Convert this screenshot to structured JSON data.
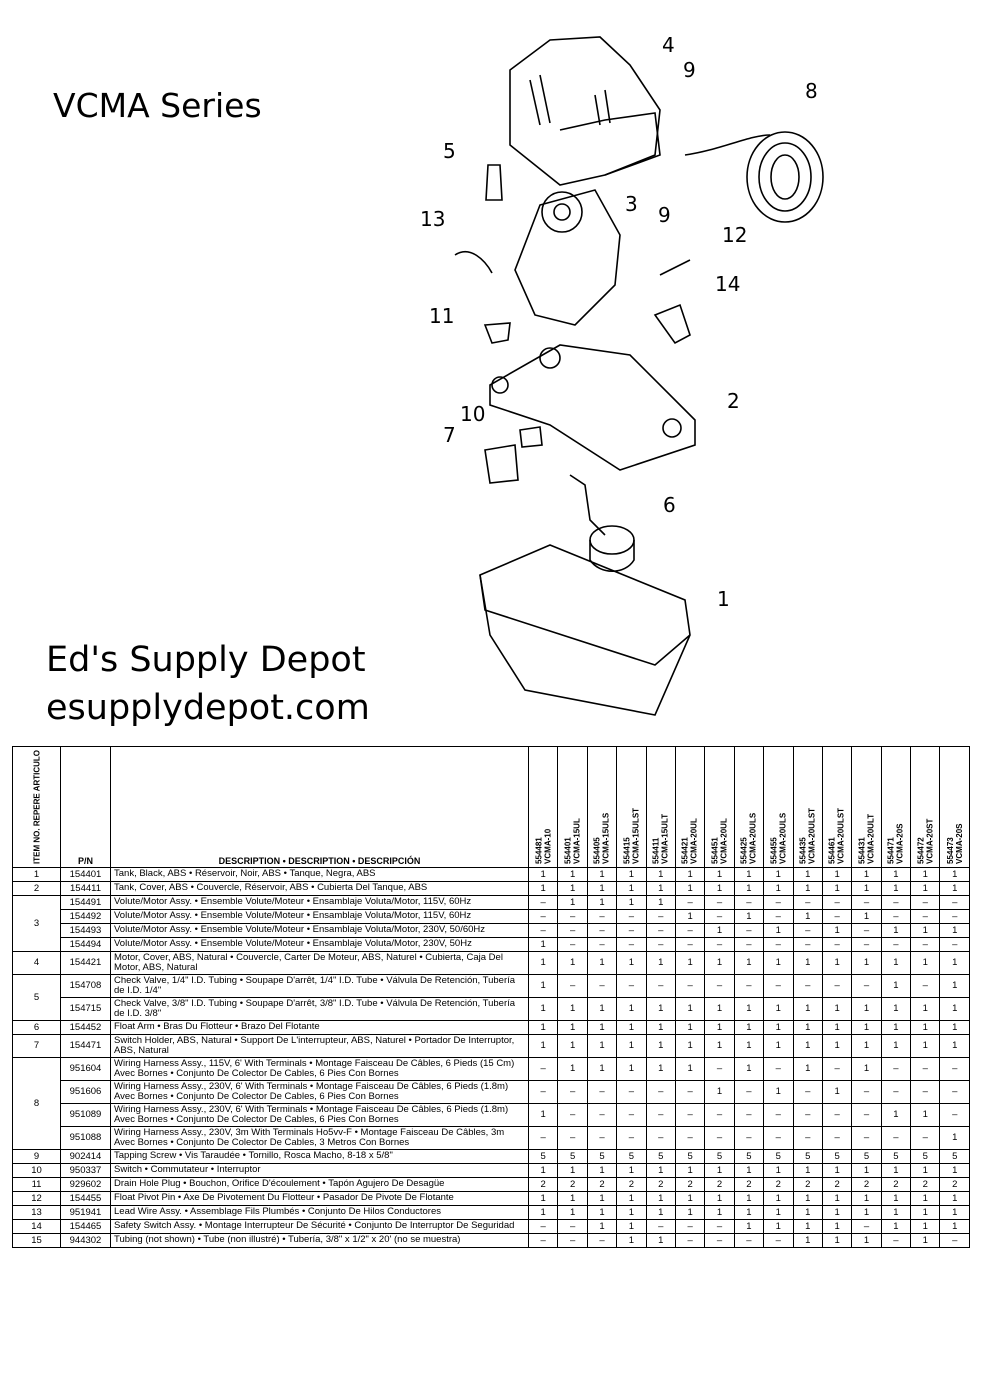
{
  "header": {
    "title": "VCMA Series",
    "brand": "Ed's Supply Depot",
    "url": "esupplydepot.com"
  },
  "diagram": {
    "callouts": [
      "4",
      "9",
      "8",
      "5",
      "3",
      "9",
      "13",
      "12",
      "14",
      "11",
      "2",
      "10",
      "7",
      "6",
      "1"
    ]
  },
  "table": {
    "item_header": "ITEM NO. REPERE ARTICULO",
    "pn_header": "P/N",
    "desc_header": "DESCRIPTION • DESCRIPTION • DESCRIPCIÓN",
    "models": [
      {
        "pn": "554481",
        "model": "VCMA-10"
      },
      {
        "pn": "554401",
        "model": "VCMA-15UL"
      },
      {
        "pn": "554405",
        "model": "VCMA-15ULS"
      },
      {
        "pn": "554415",
        "model": "VCMA-15ULST"
      },
      {
        "pn": "554411",
        "model": "VCMA-15ULT"
      },
      {
        "pn": "554421",
        "model": "VCMA-20UL"
      },
      {
        "pn": "554451",
        "model": "VCMA-20UL"
      },
      {
        "pn": "554425",
        "model": "VCMA-20ULS"
      },
      {
        "pn": "554455",
        "model": "VCMA-20ULS"
      },
      {
        "pn": "554435",
        "model": "VCMA-20ULST"
      },
      {
        "pn": "554461",
        "model": "VCMA-20ULST"
      },
      {
        "pn": "554431",
        "model": "VCMA-20ULT"
      },
      {
        "pn": "554471",
        "model": "VCMA-20S"
      },
      {
        "pn": "554472",
        "model": "VCMA-20ST"
      },
      {
        "pn": "554473",
        "model": "VCMA-20S"
      }
    ],
    "groups": [
      {
        "item": "1",
        "rows": [
          {
            "pn": "154401",
            "desc": "Tank, Black, ABS • Réservoir, Noir, ABS • Tanque, Negra, ABS",
            "q": [
              "1",
              "1",
              "1",
              "1",
              "1",
              "1",
              "1",
              "1",
              "1",
              "1",
              "1",
              "1",
              "1",
              "1",
              "1"
            ]
          }
        ]
      },
      {
        "item": "2",
        "rows": [
          {
            "pn": "154411",
            "desc": "Tank, Cover, ABS • Couvercle, Réservoir, ABS • Cubierta Del Tanque, ABS",
            "q": [
              "1",
              "1",
              "1",
              "1",
              "1",
              "1",
              "1",
              "1",
              "1",
              "1",
              "1",
              "1",
              "1",
              "1",
              "1"
            ]
          }
        ]
      },
      {
        "item": "3",
        "rows": [
          {
            "pn": "154491",
            "desc": "Volute/Motor Assy. • Ensemble Volute/Moteur • Ensamblaje Voluta/Motor, 115V, 60Hz",
            "q": [
              "–",
              "1",
              "1",
              "1",
              "1",
              "–",
              "–",
              "–",
              "–",
              "–",
              "–",
              "–",
              "–",
              "–",
              "–"
            ]
          },
          {
            "pn": "154492",
            "desc": "Volute/Motor Assy. • Ensemble Volute/Moteur • Ensamblaje Voluta/Motor, 115V, 60Hz",
            "q": [
              "–",
              "–",
              "–",
              "–",
              "–",
              "1",
              "–",
              "1",
              "–",
              "1",
              "–",
              "1",
              "–",
              "–",
              "–"
            ]
          },
          {
            "pn": "154493",
            "desc": "Volute/Motor Assy. • Ensemble Volute/Moteur • Ensamblaje Voluta/Motor, 230V, 50/60Hz",
            "q": [
              "–",
              "–",
              "–",
              "–",
              "–",
              "–",
              "1",
              "–",
              "1",
              "–",
              "1",
              "–",
              "1",
              "1",
              "1"
            ]
          },
          {
            "pn": "154494",
            "desc": "Volute/Motor Assy. • Ensemble Volute/Moteur • Ensamblaje Voluta/Motor, 230V, 50Hz",
            "q": [
              "1",
              "–",
              "–",
              "–",
              "–",
              "–",
              "–",
              "–",
              "–",
              "–",
              "–",
              "–",
              "–",
              "–",
              "–"
            ]
          }
        ]
      },
      {
        "item": "4",
        "rows": [
          {
            "pn": "154421",
            "desc": "Motor, Cover, ABS, Natural • Couvercle, Carter De Moteur, ABS, Naturel • Cubierta, Caja Del Motor, ABS, Natural",
            "q": [
              "1",
              "1",
              "1",
              "1",
              "1",
              "1",
              "1",
              "1",
              "1",
              "1",
              "1",
              "1",
              "1",
              "1",
              "1"
            ]
          }
        ]
      },
      {
        "item": "5",
        "rows": [
          {
            "pn": "154708",
            "desc": "Check Valve, 1/4\" I.D. Tubing • Soupape D'arrêt, 1/4\" I.D. Tube • Válvula De Retención, Tubería de I.D. 1/4\"",
            "q": [
              "1",
              "–",
              "–",
              "–",
              "–",
              "–",
              "–",
              "–",
              "–",
              "–",
              "–",
              "–",
              "1",
              "–",
              "1"
            ]
          },
          {
            "pn": "154715",
            "desc": "Check Valve, 3/8\" I.D. Tubing • Soupape D'arrêt, 3/8\" I.D. Tube • Válvula De Retención, Tubería de I.D. 3/8\"",
            "q": [
              "1",
              "1",
              "1",
              "1",
              "1",
              "1",
              "1",
              "1",
              "1",
              "1",
              "1",
              "1",
              "1",
              "1",
              "1"
            ]
          }
        ]
      },
      {
        "item": "6",
        "rows": [
          {
            "pn": "154452",
            "desc": "Float Arm • Bras Du Flotteur • Brazo Del Flotante",
            "q": [
              "1",
              "1",
              "1",
              "1",
              "1",
              "1",
              "1",
              "1",
              "1",
              "1",
              "1",
              "1",
              "1",
              "1",
              "1"
            ]
          }
        ]
      },
      {
        "item": "7",
        "rows": [
          {
            "pn": "154471",
            "desc": "Switch Holder, ABS, Natural • Support De L'interrupteur, ABS, Naturel • Portador De Interruptor, ABS, Natural",
            "q": [
              "1",
              "1",
              "1",
              "1",
              "1",
              "1",
              "1",
              "1",
              "1",
              "1",
              "1",
              "1",
              "1",
              "1",
              "1"
            ]
          }
        ]
      },
      {
        "item": "8",
        "rows": [
          {
            "pn": "951604",
            "desc": "Wiring Harness Assy., 115V, 6' With Terminals • Montage Faisceau De Câbles, 6 Pieds (15 Cm) Avec Bornes • Conjunto De Colector De Cables, 6 Pies Con Bornes",
            "q": [
              "–",
              "1",
              "1",
              "1",
              "1",
              "1",
              "–",
              "1",
              "–",
              "1",
              "–",
              "1",
              "–",
              "–",
              "–"
            ]
          },
          {
            "pn": "951606",
            "desc": "Wiring Harness Assy., 230V, 6' With Terminals • Montage Faisceau De Câbles, 6 Pieds (1.8m) Avec Bornes • Conjunto De Colector De Cables, 6 Pies Con Bornes",
            "q": [
              "–",
              "–",
              "–",
              "–",
              "–",
              "–",
              "1",
              "–",
              "1",
              "–",
              "1",
              "–",
              "–",
              "–",
              "–"
            ]
          },
          {
            "pn": "951089",
            "desc": "Wiring Harness Assy., 230V, 6' With Terminals • Montage Faisceau De Câbles, 6 Pieds (1.8m) Avec Bornes • Conjunto De Colector De Cables, 6 Pies Con Bornes",
            "q": [
              "1",
              "–",
              "–",
              "–",
              "–",
              "–",
              "–",
              "–",
              "–",
              "–",
              "–",
              "–",
              "1",
              "1",
              "–"
            ]
          },
          {
            "pn": "951088",
            "desc": "Wiring Harness Assy., 230V, 3m With Terminals Ho5vv-F • Montage Faisceau De Câbles, 3m Avec Bornes • Conjunto De Colector De Cables, 3 Metros Con Bornes",
            "q": [
              "–",
              "–",
              "–",
              "–",
              "–",
              "–",
              "–",
              "–",
              "–",
              "–",
              "–",
              "–",
              "–",
              "–",
              "1"
            ]
          }
        ]
      },
      {
        "item": "9",
        "rows": [
          {
            "pn": "902414",
            "desc": "Tapping Screw • Vis Taraudée • Tornillo, Rosca Macho, 8-18 x 5/8\"",
            "q": [
              "5",
              "5",
              "5",
              "5",
              "5",
              "5",
              "5",
              "5",
              "5",
              "5",
              "5",
              "5",
              "5",
              "5",
              "5"
            ]
          }
        ]
      },
      {
        "item": "10",
        "rows": [
          {
            "pn": "950337",
            "desc": "Switch • Commutateur • Interruptor",
            "q": [
              "1",
              "1",
              "1",
              "1",
              "1",
              "1",
              "1",
              "1",
              "1",
              "1",
              "1",
              "1",
              "1",
              "1",
              "1"
            ]
          }
        ]
      },
      {
        "item": "11",
        "rows": [
          {
            "pn": "929602",
            "desc": "Drain Hole Plug • Bouchon, Orifice D'écoulement • Tapón Agujero De Desagüe",
            "q": [
              "2",
              "2",
              "2",
              "2",
              "2",
              "2",
              "2",
              "2",
              "2",
              "2",
              "2",
              "2",
              "2",
              "2",
              "2"
            ]
          }
        ]
      },
      {
        "item": "12",
        "rows": [
          {
            "pn": "154455",
            "desc": "Float Pivot Pin • Axe De Pivotement Du Flotteur • Pasador De Pivote De Flotante",
            "q": [
              "1",
              "1",
              "1",
              "1",
              "1",
              "1",
              "1",
              "1",
              "1",
              "1",
              "1",
              "1",
              "1",
              "1",
              "1"
            ]
          }
        ]
      },
      {
        "item": "13",
        "rows": [
          {
            "pn": "951941",
            "desc": "Lead Wire Assy. • Assemblage Fils Plumbés • Conjunto De Hilos Conductores",
            "q": [
              "1",
              "1",
              "1",
              "1",
              "1",
              "1",
              "1",
              "1",
              "1",
              "1",
              "1",
              "1",
              "1",
              "1",
              "1"
            ]
          }
        ]
      },
      {
        "item": "14",
        "rows": [
          {
            "pn": "154465",
            "desc": "Safety Switch Assy. • Montage Interrupteur De Sécurité • Conjunto De Interruptor De Seguridad",
            "q": [
              "–",
              "–",
              "1",
              "1",
              "–",
              "–",
              "–",
              "1",
              "1",
              "1",
              "1",
              "–",
              "1",
              "1",
              "1"
            ]
          }
        ]
      },
      {
        "item": "15",
        "rows": [
          {
            "pn": "944302",
            "desc": "Tubing (not shown) • Tube (non illustré) • Tubería, 3/8\" x 1/2\" x 20' (no se muestra)",
            "q": [
              "–",
              "–",
              "–",
              "1",
              "1",
              "–",
              "–",
              "–",
              "–",
              "1",
              "1",
              "1",
              "–",
              "1",
              "–"
            ]
          }
        ]
      }
    ]
  }
}
